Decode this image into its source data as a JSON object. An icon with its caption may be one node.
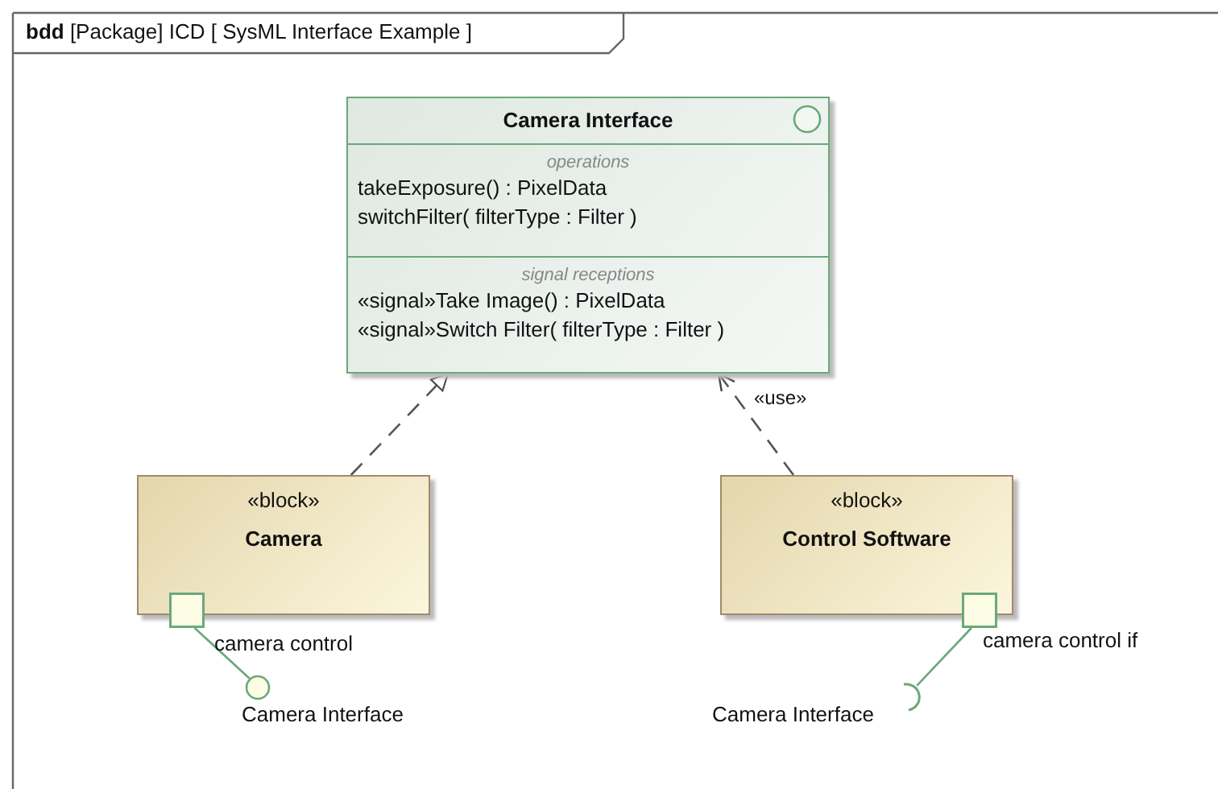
{
  "diagram": {
    "title": "**bdd** [Package] ICD [ SysML Interface Example ]",
    "nodes": [
      {
        "text": [
          "Camera Interface",
          "operations",
          "takeExposure() : PixelData",
          "switchFilter( filterType : Filter )",
          "signal receptions",
          "«signal»Take Image() : PixelData",
          "«signal»Switch Filter( filterType : Filter )"
        ]
      },
      {
        "text": [
          "«block»",
          "Camera"
        ]
      },
      {
        "text": [],
        "shape": "box",
        "beside": [
          "camera control"
        ]
      },
      {
        "text": [],
        "shape": "circle",
        "beside": [
          "Camera Interface"
        ]
      },
      {
        "text": [
          "«block»",
          "Control Software"
        ]
      },
      {
        "text": [],
        "shape": "box",
        "beside": [
          "camera control if"
        ]
      },
      {
        "text": [],
        "shape": "arc",
        "beside": [
          "Camera Interface"
        ]
      }
    ],
    "edges": [
      {
        "from": 1,
        "to": 0,
        "arrow": "to",
        "style": "dashed"
      },
      {
        "from": 4,
        "to": 0,
        "arrow": "to",
        "style": "dashed",
        "label": "«use»"
      },
      {
        "from": 2,
        "to": 3,
        "arrow": "none",
        "color": "#6aa87a"
      },
      {
        "from": 5,
        "to": 6,
        "arrow": "none",
        "color": "#6aa87a"
      }
    ]
  }
}
